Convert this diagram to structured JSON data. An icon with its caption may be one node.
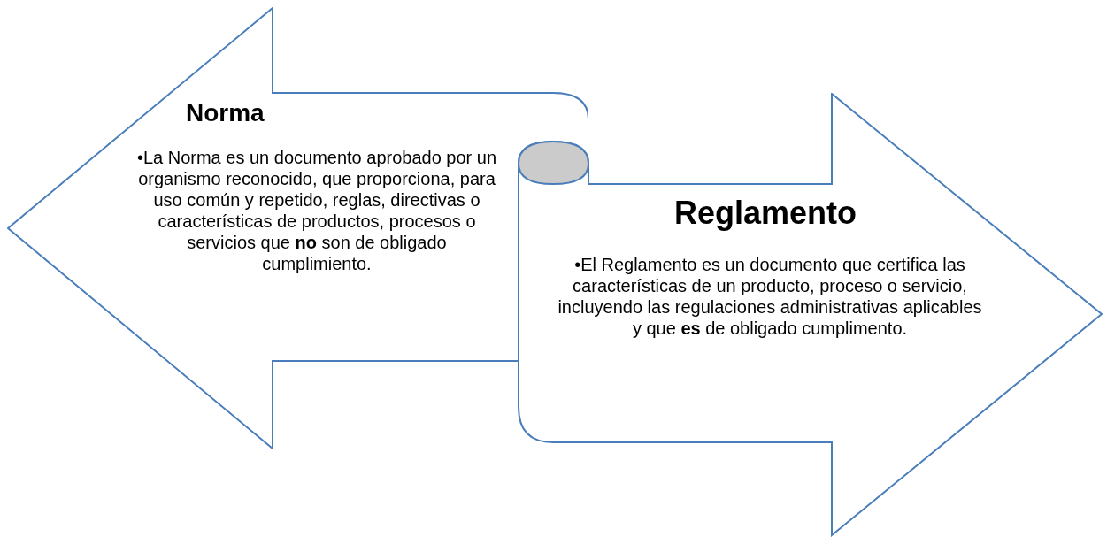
{
  "diagram": {
    "nodes": [
      {
        "text": [
          "Norma",
          "•La Norma es un documento aprobado por un organismo reconocido, que proporciona, para uso común y repetido, reglas, directivas o características de productos, procesos o servicios que **no** son de obligado cumplimiento."
        ]
      },
      {
        "text": [
          "Reglamento",
          "•El Reglamento es un documento que certifica las características de un producto, proceso o servicio, incluyendo las regulaciones administrativas aplicables y que **es** de obligado cumplimento."
        ]
      }
    ]
  }
}
